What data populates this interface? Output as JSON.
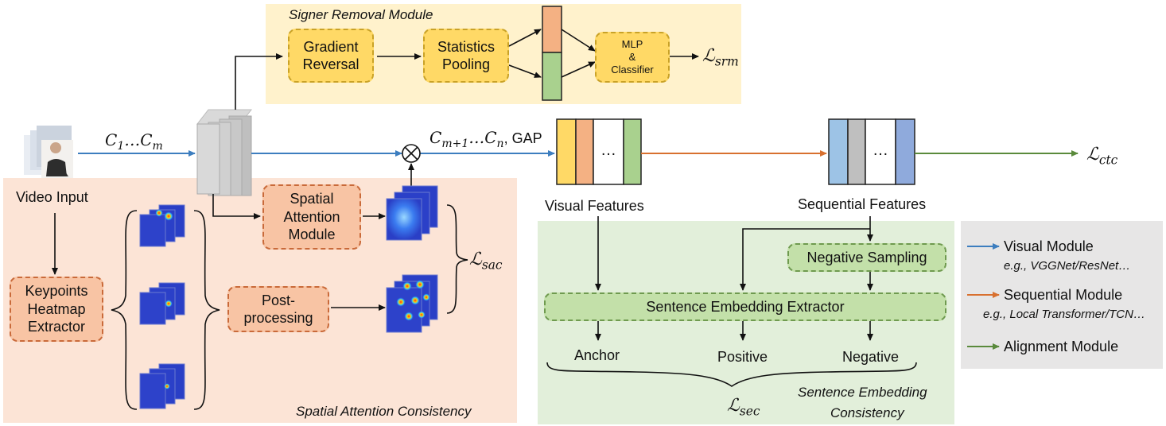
{
  "panels": {
    "signer_removal_title": "Signer Removal Module",
    "spatial_attention_title": "Spatial Attention Consistency",
    "sentence_embedding_title_line1": "Sentence Embedding",
    "sentence_embedding_title_line2": "Consistency"
  },
  "srm": {
    "gradient_reversal_1": "Gradient",
    "gradient_reversal_2": "Reversal",
    "statistics_pooling_1": "Statistics",
    "statistics_pooling_2": "Pooling",
    "mlp_1": "MLP",
    "mlp_2": "&",
    "mlp_3": "Classifier",
    "loss": "srm"
  },
  "main": {
    "video_input": "Video Input",
    "c_range_1_prefix": "C",
    "c_range_1_sub_a": "1",
    "c_range_1_sep": "…C",
    "c_range_1_sub_b": "m",
    "c_range_2_prefix": "C",
    "c_range_2_sub_a": "m+1",
    "c_range_2_sep": "…C",
    "c_range_2_sub_b": "n",
    "gap": ", GAP",
    "visual_features": "Visual Features",
    "sequential_features": "Sequential Features",
    "ellipsis": "…",
    "loss_ctc": "ctc"
  },
  "sac": {
    "keypoints_1": "Keypoints",
    "keypoints_2": "Heatmap",
    "keypoints_3": "Extractor",
    "sam_1": "Spatial",
    "sam_2": "Attention",
    "sam_3": "Module",
    "post_1": "Post-",
    "post_2": "processing",
    "loss": "sac"
  },
  "sec": {
    "negative_sampling": "Negative Sampling",
    "extractor": "Sentence Embedding Extractor",
    "anchor": "Anchor",
    "positive": "Positive",
    "negative": "Negative",
    "loss": "sec"
  },
  "legend": {
    "visual_module": "Visual Module",
    "visual_examples": "e.g., VGGNet/ResNet…",
    "sequential_module": "Sequential Module",
    "sequential_examples": "e.g., Local Transformer/TCN…",
    "alignment_module": "Alignment Module"
  },
  "colors": {
    "visual_arrow": "#3d7ebf",
    "sequential_arrow": "#d8702f",
    "alignment_arrow": "#5a8a3c",
    "srm_bg": "#fff2cc",
    "sac_bg": "#fce4d6",
    "sec_bg": "#e2efda",
    "legend_bg": "#e7e6e6"
  }
}
